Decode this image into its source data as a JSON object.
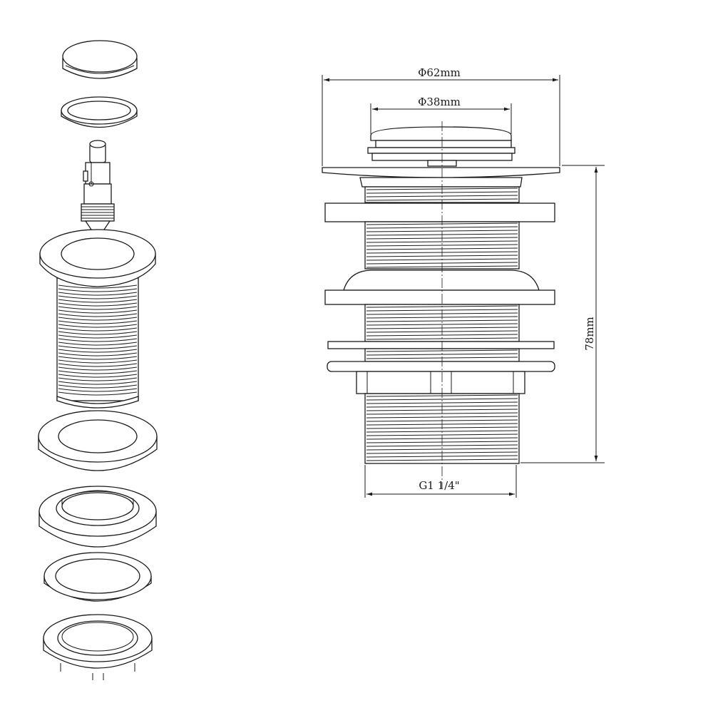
{
  "dimensions": {
    "outer_diameter": "Φ62mm",
    "inner_diameter": "Φ38mm",
    "height": "78mm",
    "thread": "G1 1/4\""
  },
  "colors": {
    "line": "#1a1a1a",
    "background": "#ffffff"
  }
}
